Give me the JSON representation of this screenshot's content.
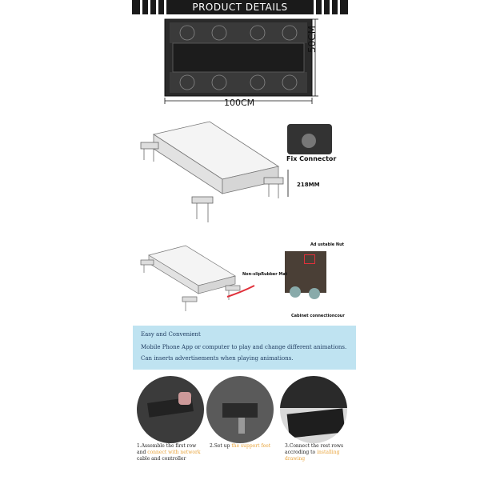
{
  "header": {
    "title": "PRODUCT DETAILS"
  },
  "dimensions": {
    "height": "50CM",
    "width": "100CM"
  },
  "stage_drawing": {
    "connector_label": "Fix Connector",
    "height_label": "218MM"
  },
  "cabinet_drawing": {
    "nut_label": "Ad ustable Nut",
    "mat_label": "Non-slipRubber Mat",
    "connection_label": "Cabinet connectioncour"
  },
  "info": {
    "line1": "Easy and Convenient",
    "line2": "Mobile Phone App or computer to play and change different animations.",
    "line3": "Can inserts advertisements when playing animations."
  },
  "steps": [
    {
      "pre": "1.Assemble the first row",
      "mid_pre": "and ",
      "highlight": "connect with network",
      "post": "cable and controller"
    },
    {
      "pre": "2.Set up ",
      "highlight": "the support feet"
    },
    {
      "pre": "3.Connect the rest rows",
      "mid_pre": "accroding to ",
      "highlight": "installing",
      "post": "drawing"
    }
  ],
  "colors": {
    "header_bg": "#1a1a1a",
    "info_bg": "#bfe3f1",
    "highlight": "#e8a33a"
  }
}
